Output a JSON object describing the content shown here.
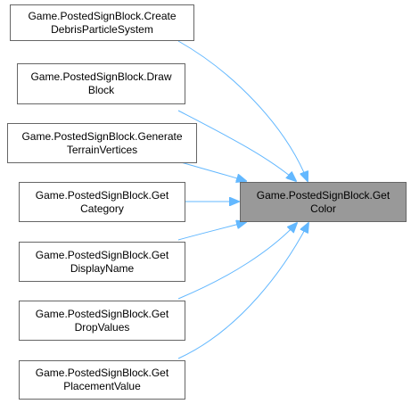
{
  "diagram": {
    "target": {
      "line1": "Game.PostedSignBlock.Get",
      "line2": "Color"
    },
    "callers": [
      {
        "line1": "Game.PostedSignBlock.Create",
        "line2": "DebrisParticleSystem"
      },
      {
        "line1": "Game.PostedSignBlock.Draw",
        "line2": "Block"
      },
      {
        "line1": "Game.PostedSignBlock.Generate",
        "line2": "TerrainVertices"
      },
      {
        "line1": "Game.PostedSignBlock.Get",
        "line2": "Category"
      },
      {
        "line1": "Game.PostedSignBlock.Get",
        "line2": "DisplayName"
      },
      {
        "line1": "Game.PostedSignBlock.Get",
        "line2": "DropValues"
      },
      {
        "line1": "Game.PostedSignBlock.Get",
        "line2": "PlacementValue"
      }
    ],
    "colors": {
      "edge": "#63b8ff",
      "node_border": "#666666",
      "target_fill": "#999999"
    }
  }
}
